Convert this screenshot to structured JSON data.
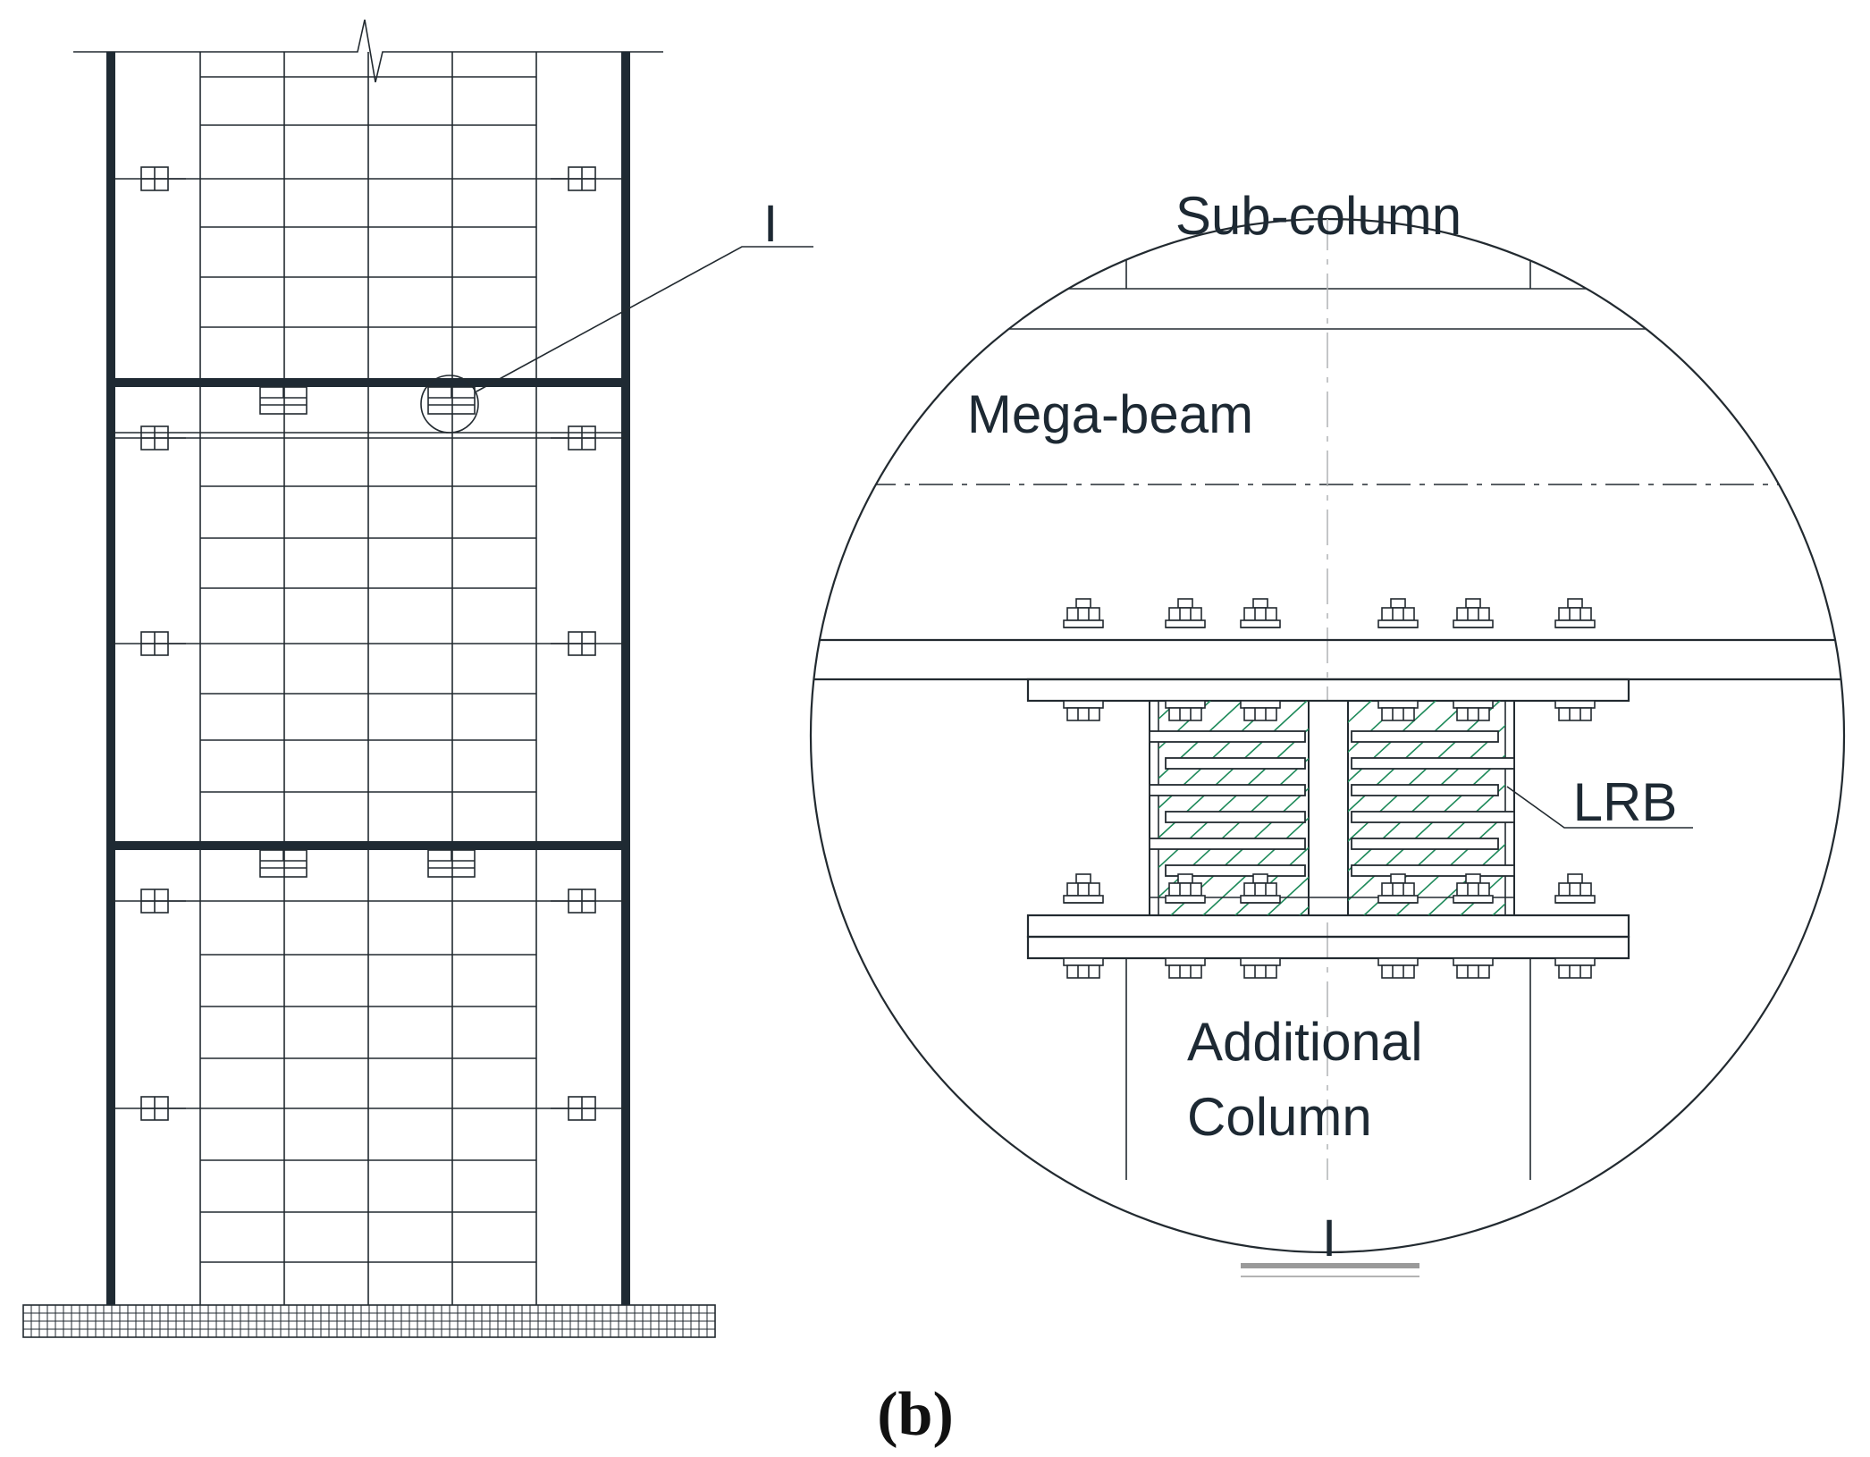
{
  "labels": {
    "section_mark_top": "I",
    "section_mark_bottom": "I",
    "sub_column": "Sub-column",
    "mega_beam": "Mega-beam",
    "lrb": "LRB",
    "additional_column_line1": "Additional",
    "additional_column_line2": "Column",
    "figure_caption": "(b)"
  },
  "colors": {
    "line": "#222a30",
    "frame": "#1f2a33",
    "hatch": "#1e8a5a",
    "section_bar": "#9a9a9a"
  }
}
